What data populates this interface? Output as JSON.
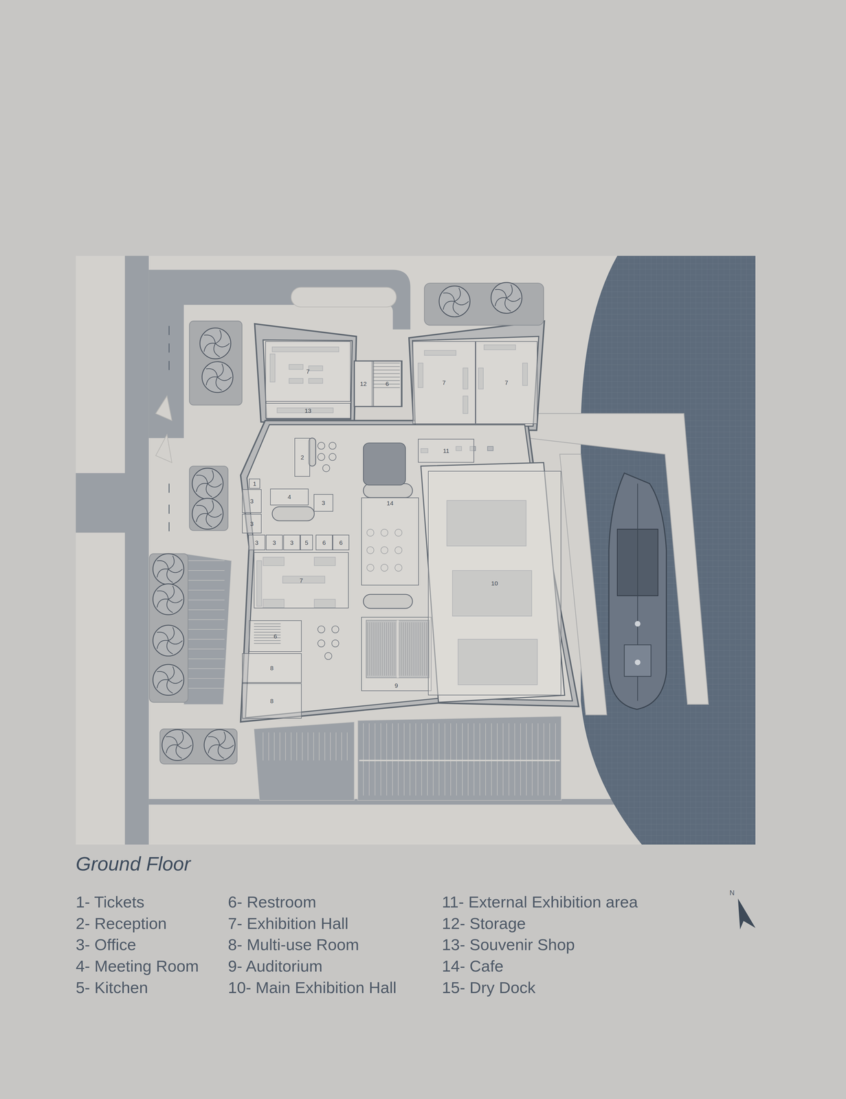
{
  "diagram": {
    "title": "Ground Floor",
    "nodes": [
      {
        "text": [
          "7"
        ]
      },
      {
        "text": [
          "13"
        ]
      },
      {
        "text": [
          "12"
        ]
      },
      {
        "text": [
          "6"
        ]
      },
      {
        "text": [
          "7"
        ]
      },
      {
        "text": [
          "7"
        ]
      },
      {
        "text": [
          "2"
        ]
      },
      {
        "text": [
          "11"
        ]
      },
      {
        "text": [
          "1"
        ]
      },
      {
        "text": [
          "3"
        ]
      },
      {
        "text": [
          "4"
        ]
      },
      {
        "text": [
          "3"
        ]
      },
      {
        "text": [
          "3"
        ]
      },
      {
        "text": [
          "3"
        ]
      },
      {
        "text": [
          "3"
        ]
      },
      {
        "text": [
          "3"
        ]
      },
      {
        "text": [
          "5"
        ]
      },
      {
        "text": [
          "6"
        ]
      },
      {
        "text": [
          "6"
        ]
      },
      {
        "text": [
          "14"
        ]
      },
      {
        "text": [
          "7"
        ]
      },
      {
        "text": [
          "6"
        ]
      },
      {
        "text": [
          "8"
        ]
      },
      {
        "text": [
          "8"
        ]
      },
      {
        "text": [
          "9"
        ]
      },
      {
        "text": [
          "10"
        ]
      }
    ],
    "labels": [
      "1- Tickets",
      "2- Reception",
      "3- Office",
      "4- Meeting Room",
      "5- Kitchen",
      "6- Restroom",
      "7- Exhibition Hall",
      "8- Multi-use Room",
      "9- Auditorium",
      "10- Main Exhibition Hall",
      "11- External Exhibition area",
      "12- Storage",
      "13- Souvenir Shop",
      "14- Cafe",
      "15- Dry Dock",
      "N"
    ]
  }
}
